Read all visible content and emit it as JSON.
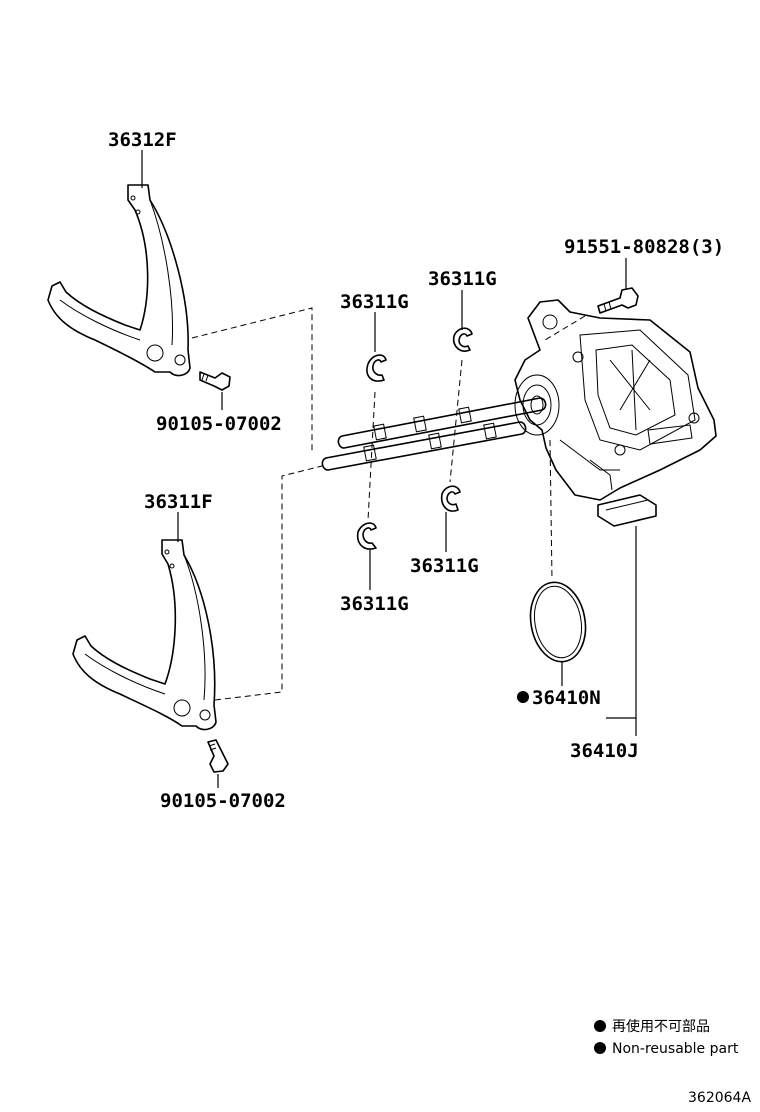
{
  "labels": {
    "fork_upper": "36312F",
    "fork_lower": "36311F",
    "bolt_upper": "90105-07002",
    "bolt_lower": "90105-07002",
    "bolt_actuator": "91551-80828(3)",
    "ring_top_left": "36311G",
    "ring_top_right": "36311G",
    "ring_bottom_left": "36311G",
    "ring_bottom_right": "36311G",
    "oring": "36410N",
    "actuator": "36410J"
  },
  "legend": {
    "jp": "再使用不可部品",
    "en": "Non-reusable part"
  },
  "footer": {
    "code": "362064A"
  }
}
